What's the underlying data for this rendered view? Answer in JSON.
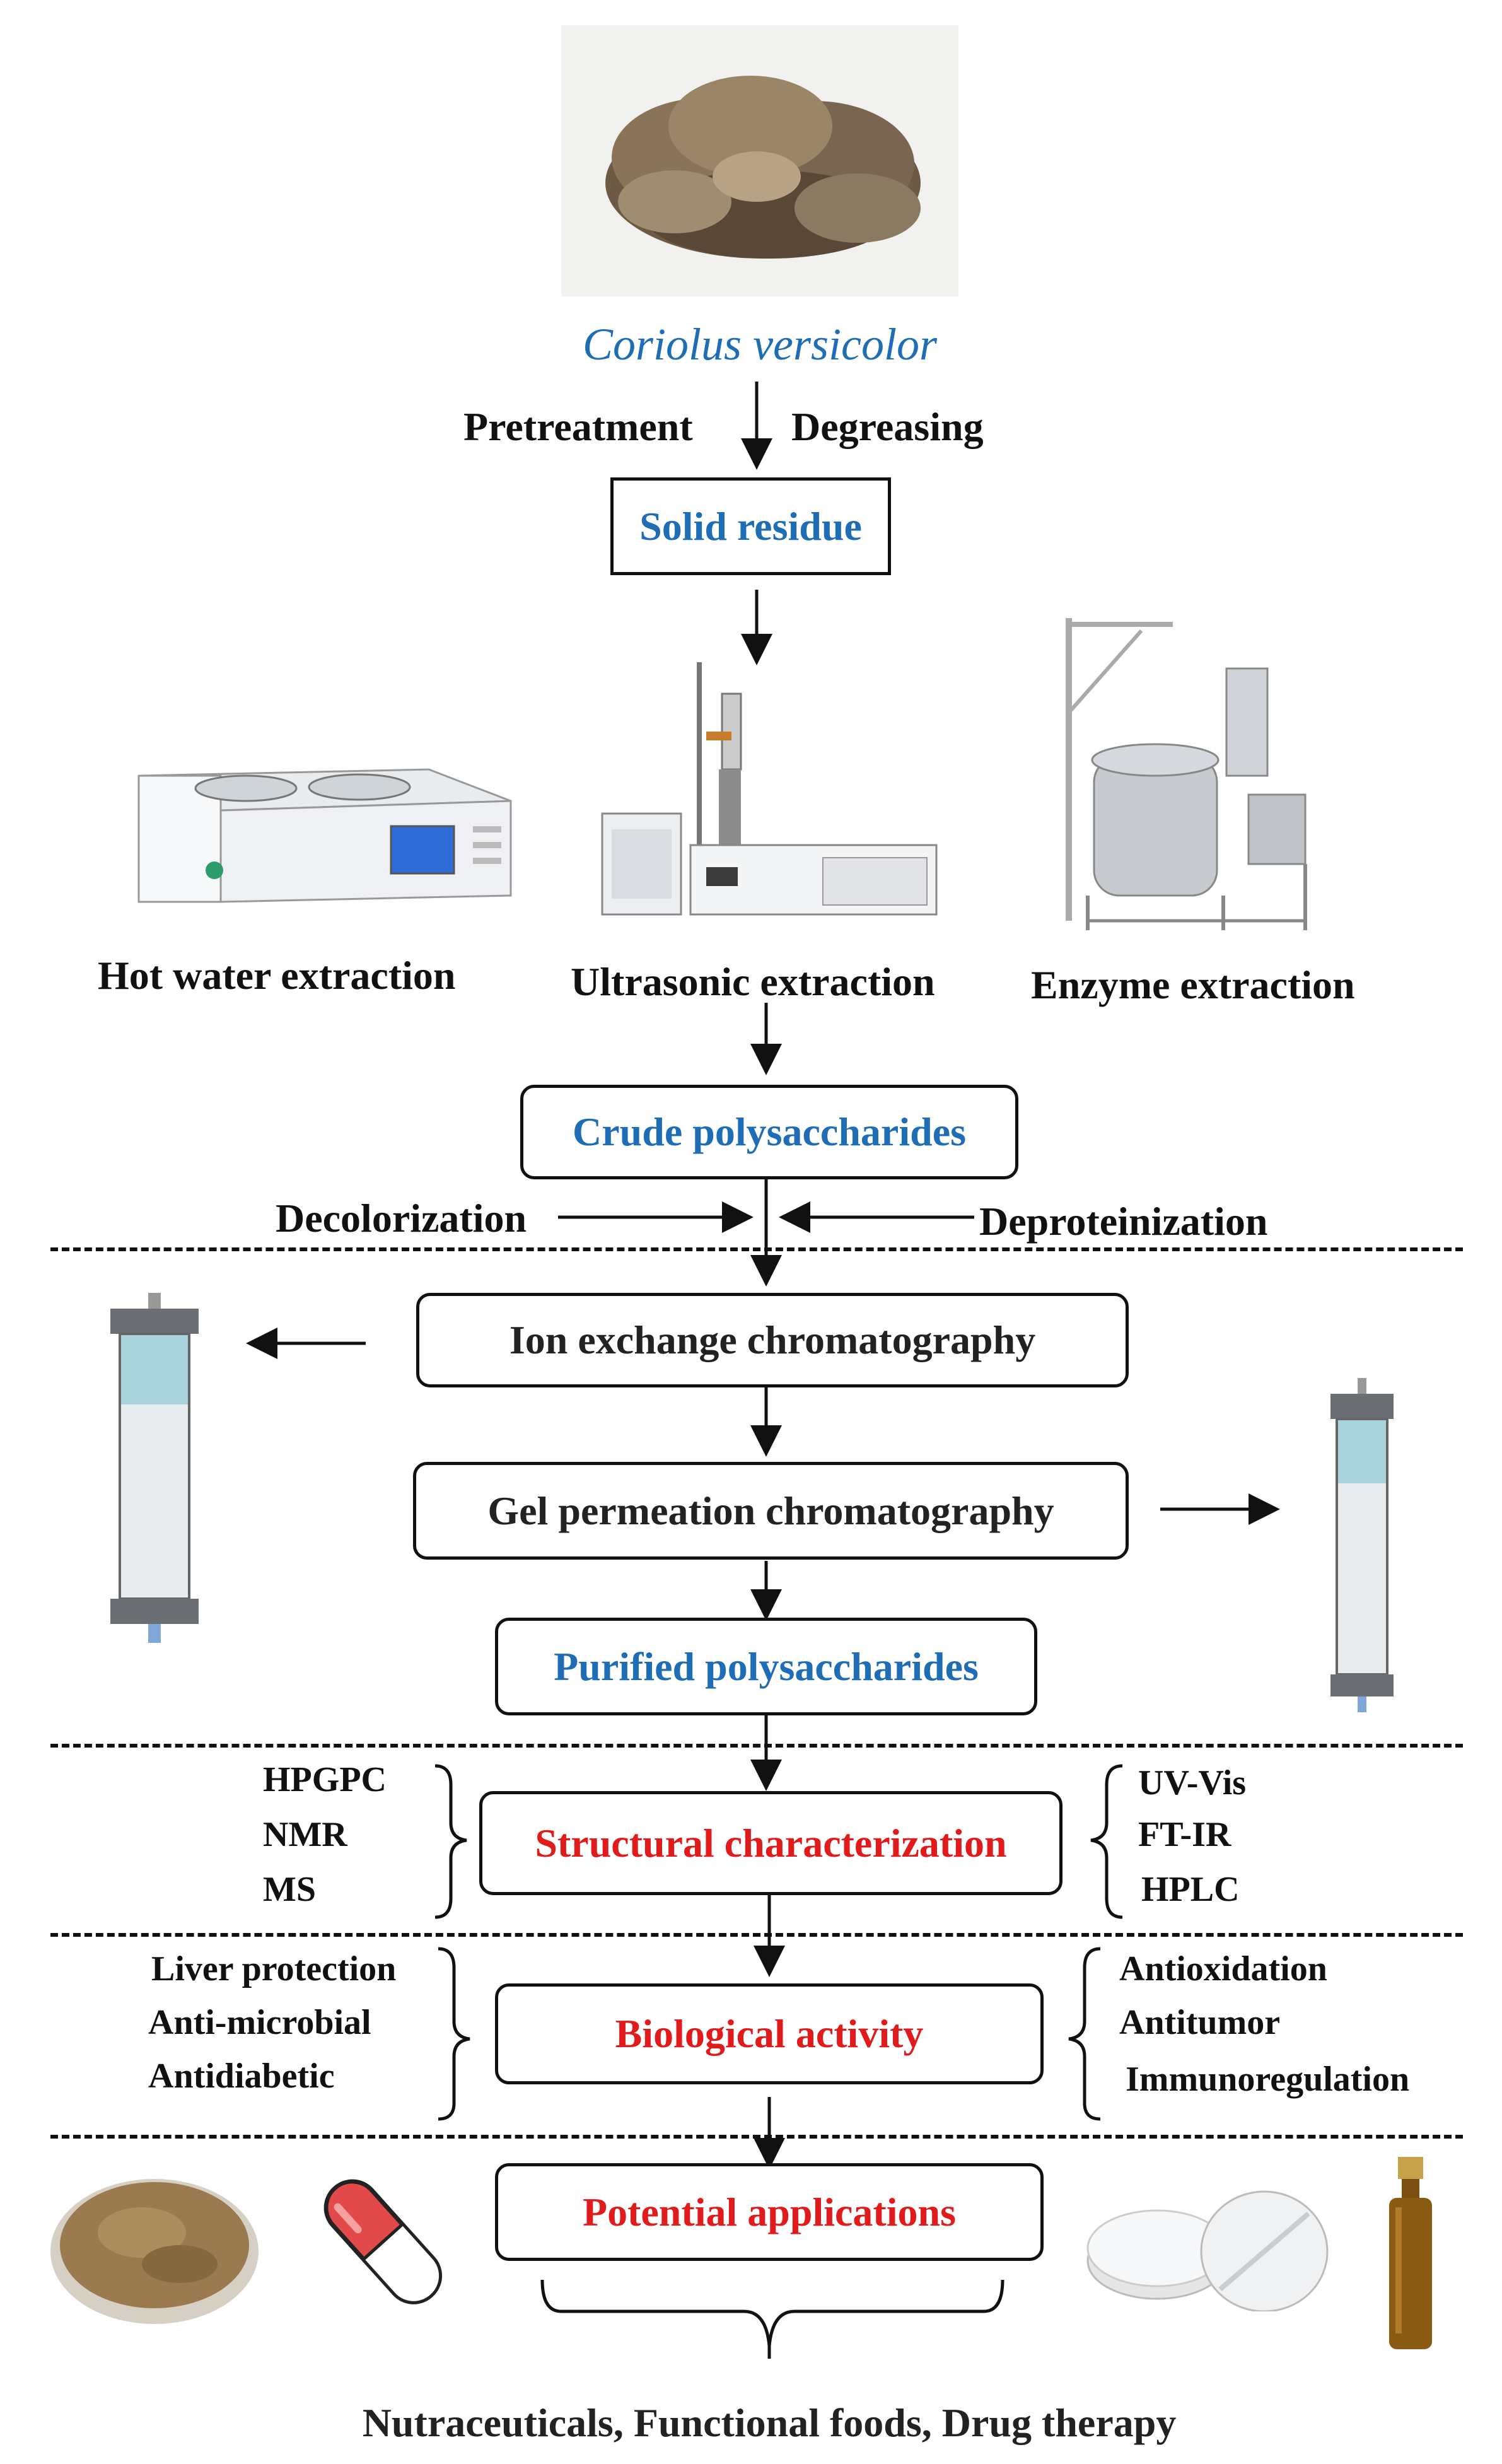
{
  "source": {
    "species": "Coriolus versicolor",
    "left_step": "Pretreatment",
    "right_step": "Degreasing"
  },
  "solid_residue": "Solid residue",
  "extraction_methods": [
    "Hot water extraction",
    "Ultrasonic extraction",
    "Enzyme extraction"
  ],
  "crude": {
    "label": "Crude polysaccharides",
    "left_step": "Decolorization",
    "right_step": "Deproteinization"
  },
  "chromatography": [
    "Ion exchange chromatography",
    "Gel permeation chromatography"
  ],
  "purified": "Purified polysaccharides",
  "structural": {
    "label": "Structural characterization",
    "left_methods": [
      "HPGPC",
      "NMR",
      "MS"
    ],
    "right_methods": [
      "UV-Vis",
      "FT-IR",
      "HPLC"
    ]
  },
  "biological": {
    "label": "Biological activity",
    "left_activities": [
      "Liver protection",
      "Anti-microbial",
      "Antidiabetic"
    ],
    "right_activities": [
      "Antioxidation",
      "Antitumor",
      "Immunoregulation"
    ]
  },
  "applications": {
    "label": "Potential applications",
    "summary": "Nutraceuticals, Functional foods, Drug therapy"
  },
  "colors": {
    "blue": "#1f6db5",
    "red": "#e11b1b",
    "column_liquid": "#a9d3dc",
    "capsule_red": "#e24a4a",
    "powder": "#9a7a4e",
    "vial": "#8a5a12"
  }
}
